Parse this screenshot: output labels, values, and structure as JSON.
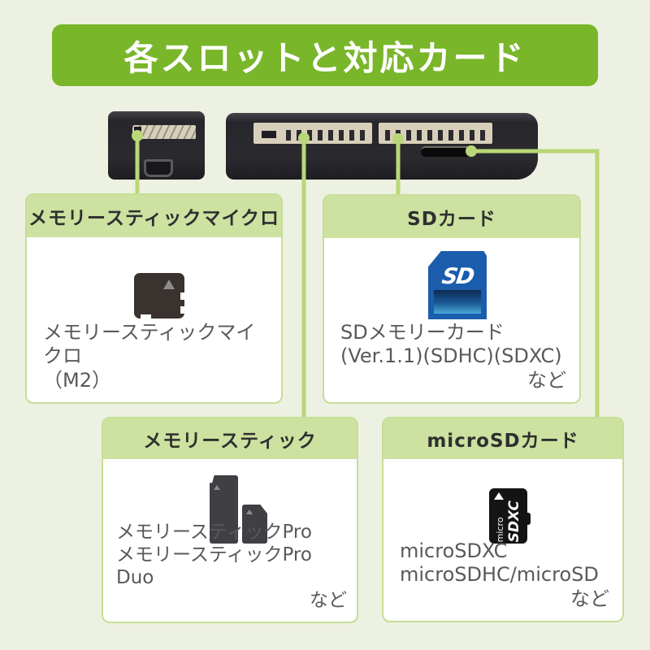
{
  "title": {
    "text": "各スロットと対応カード"
  },
  "colors": {
    "background": "#edf1e1",
    "banner_green": "#79b62a",
    "panel_border": "#c6de97",
    "panel_header_bg": "#cde1a1",
    "connector_green": "#b9d778",
    "header_text": "#2f2f2f",
    "body_text": "#595959",
    "sd_card_blue": "#1a5dad",
    "device_black": "#2b2a2f"
  },
  "device": {
    "left_unit_slots": [
      "memory-stick-micro-slot",
      "mini-usb-port"
    ],
    "right_unit_slots": [
      "memory-stick-slot",
      "sd-slot",
      "microsd-slot"
    ]
  },
  "boxes": [
    {
      "header": "メモリースティックマイクロ",
      "icon": "m2-card-icon",
      "lines": [
        "メモリースティックマイクロ",
        "（M2）"
      ],
      "suffix": ""
    },
    {
      "header": "SDカード",
      "icon": "sd-card-icon",
      "icon_label": "SD",
      "lines": [
        "SDメモリーカード",
        "(Ver.1.1)(SDHC)(SDXC)"
      ],
      "suffix": "など"
    },
    {
      "header": "メモリースティック",
      "icon": "memory-stick-pro-duo-icons",
      "lines": [
        "メモリースティックPro",
        "メモリースティックPro Duo"
      ],
      "suffix": "など"
    },
    {
      "header": "microSDカード",
      "icon": "microsd-card-icon",
      "icon_label_micro": "micro",
      "icon_label_type": "SDXC",
      "lines": [
        "microSDXC",
        "microSDHC/microSD"
      ],
      "suffix": "など"
    }
  ]
}
